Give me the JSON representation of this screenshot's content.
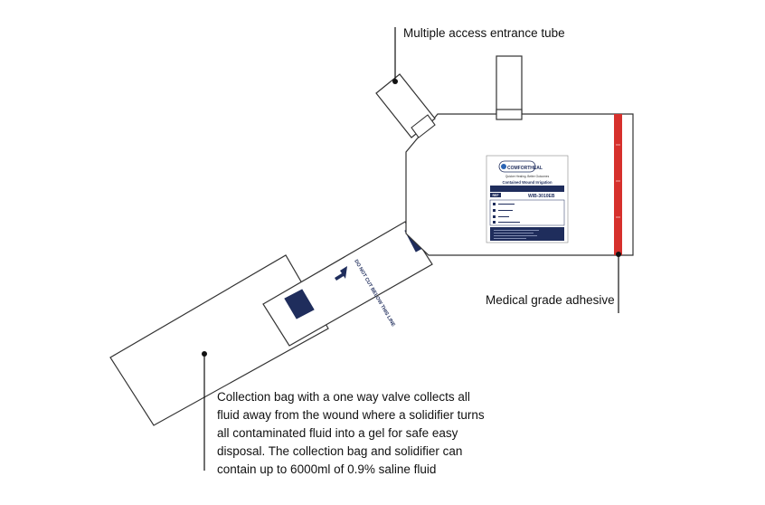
{
  "callouts": {
    "entrance_tube": "Multiple access entrance tube",
    "adhesive": "Medical grade adhesive",
    "collection_bag": [
      "Collection bag with a one way valve collects all",
      "fluid away from the wound where a solidifier turns",
      "all contaminated fluid into a gel for safe easy",
      "disposal. The collection bag and solidifier can",
      "contain up to 6000ml of 0.9% saline fluid"
    ]
  },
  "label": {
    "brand": "COMFORTHEAL",
    "tagline": "Quicker Healing. Better Outcomes",
    "product": "Contained Wound Irrigation",
    "ref_tag": "REF",
    "ref": "WIB-3010EB"
  },
  "tube_text": "DO NOT CUT BELOW THIS LINE",
  "colors": {
    "outline": "#333333",
    "adhesive": "#d6302c",
    "navy": "#1f2d5c",
    "valve": "#1f2d5c"
  }
}
